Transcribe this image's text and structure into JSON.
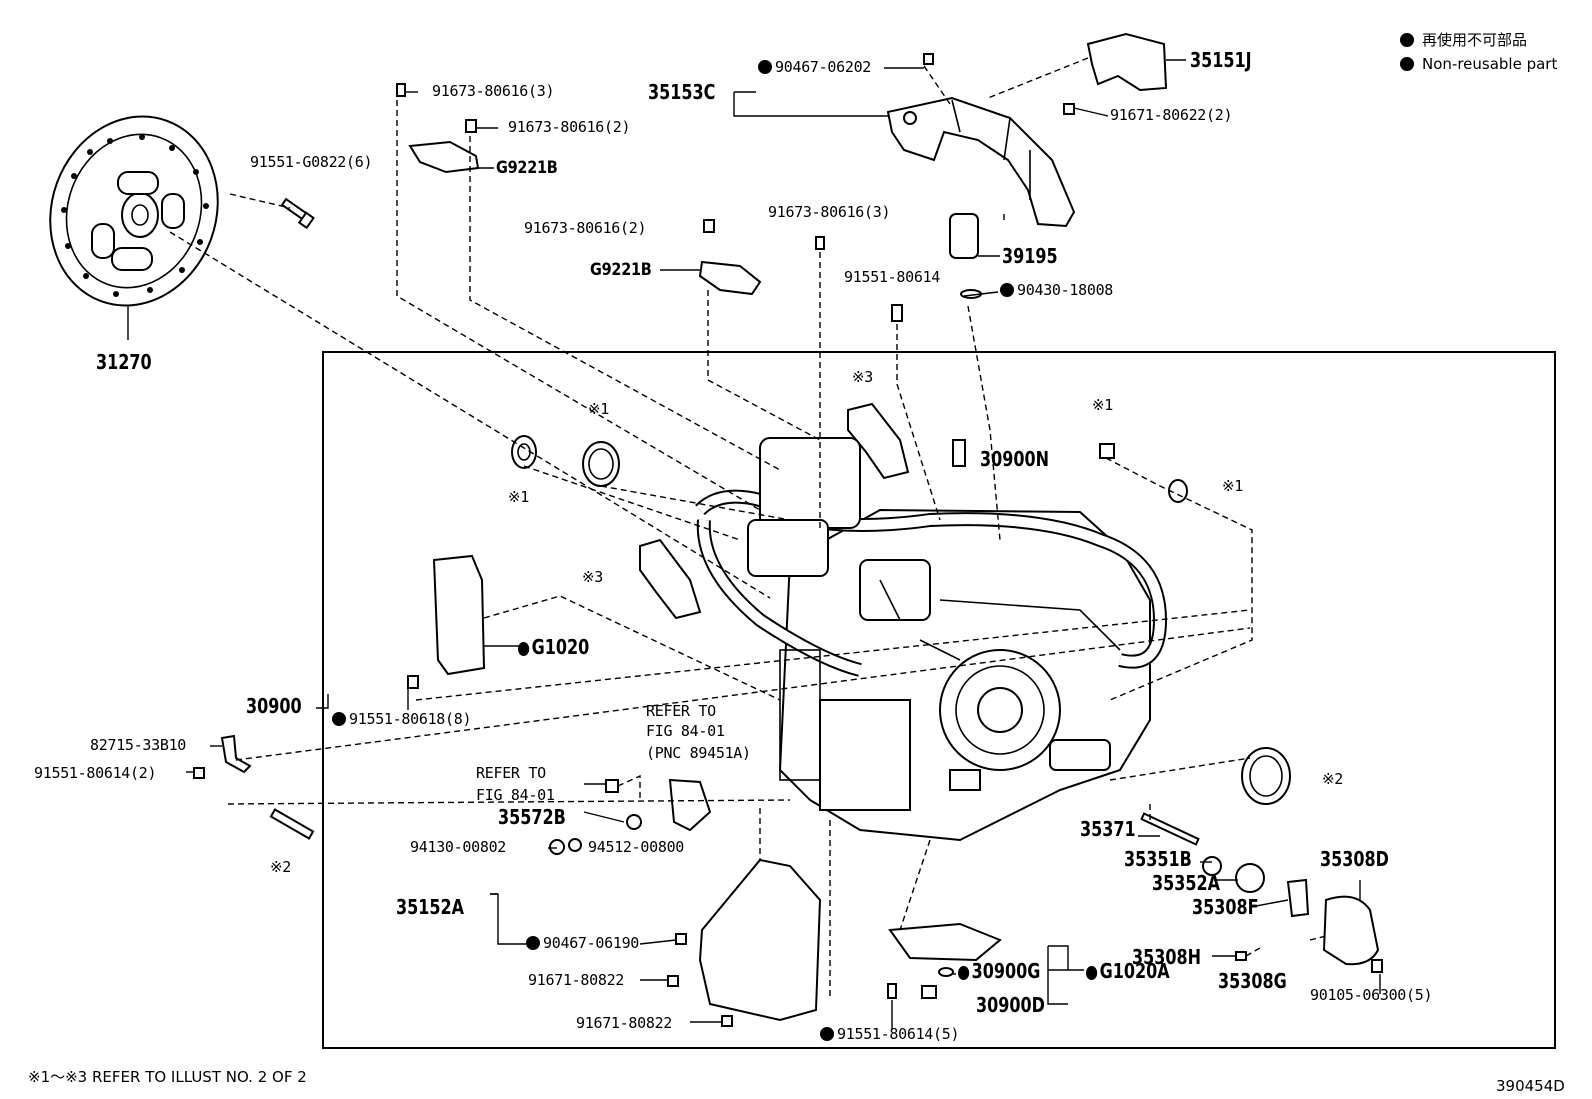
{
  "legend": {
    "jp": "再使用不可部品",
    "en": "Non-reusable part"
  },
  "labels": {
    "p35151J": "35151J",
    "p35153C": "35153C",
    "p90467_06202": "90467-06202",
    "p91671_80622": "91671-80622(2)",
    "p91673_80616_3a": "91673-80616(3)",
    "p91673_80616_2a": "91673-80616(2)",
    "pG9221Ba": "G9221B",
    "p91551_G0822": "91551-G0822(6)",
    "p91673_80616_3b": "91673-80616(3)",
    "p91673_80616_2b": "91673-80616(2)",
    "pG9221Bb": "G9221B",
    "p39195": "39195",
    "p91551_80614a": "91551-80614",
    "p90430_18008": "90430-18008",
    "p31270": "31270",
    "r1a": "※1",
    "r1b": "※1",
    "r1c": "※1",
    "r1d": "※1",
    "r3a": "※3",
    "r3b": "※3",
    "r2a": "※2",
    "r2b": "※2",
    "p30900N": "30900N",
    "pG1020": "G1020",
    "p30900": "30900",
    "p91551_80618": "91551-80618(8)",
    "p82715_33B10": "82715-33B10",
    "p91551_80614_2": "91551-80614(2)",
    "refer1_l1": "REFER TO",
    "refer1_l2": "FIG 84-01",
    "refer1_l3": "(PNC 89451A)",
    "refer2_l1": "REFER TO",
    "refer2_l2": "FIG 84-01",
    "p35572B": "35572B",
    "p94130_00802": "94130-00802",
    "p94512_00800": "94512-00800",
    "p35371": "35371",
    "p35351B": "35351B",
    "p35352A": "35352A",
    "p35308D": "35308D",
    "p35308F": "35308F",
    "p35308H": "35308H",
    "p35308G": "35308G",
    "p90105_06300": "90105-06300(5)",
    "p35152A": "35152A",
    "p90467_06190": "90467-06190",
    "p91671_80822a": "91671-80822",
    "p91671_80822b": "91671-80822",
    "p30900G": "30900G",
    "pG1020A": "G1020A",
    "p30900D": "30900D",
    "p91551_80614_5": "91551-80614(5)"
  },
  "footer": {
    "note": "※1～※3 REFER TO ILLUST NO. 2 OF 2",
    "code": "390454D"
  }
}
